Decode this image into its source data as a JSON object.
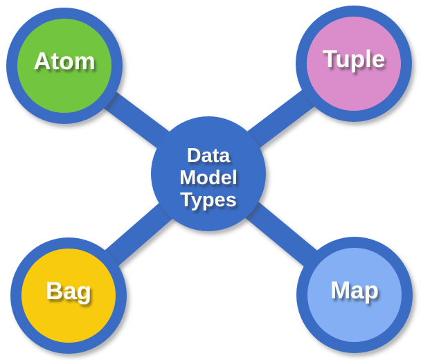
{
  "diagram": {
    "title": "Data Model Types",
    "type": "radial-hub-diagram",
    "connector_color": "#3a6cc4",
    "ring_color": "#3a6cc4",
    "text_color": "#fbfbf6",
    "background_color": "#ffffff",
    "center": {
      "label_lines": [
        "Data",
        "Model",
        "Types"
      ],
      "color": "#3b6ec7"
    },
    "nodes": [
      {
        "id": "atom",
        "label": "Atom",
        "color": "#72c63f",
        "position": "top-left"
      },
      {
        "id": "tuple",
        "label": "Tuple",
        "color": "#db8dcb",
        "position": "top-right"
      },
      {
        "id": "bag",
        "label": "Bag",
        "color": "#f8cb0e",
        "position": "bottom-left"
      },
      {
        "id": "map",
        "label": "Map",
        "color": "#84aff5",
        "position": "bottom-right"
      }
    ]
  }
}
